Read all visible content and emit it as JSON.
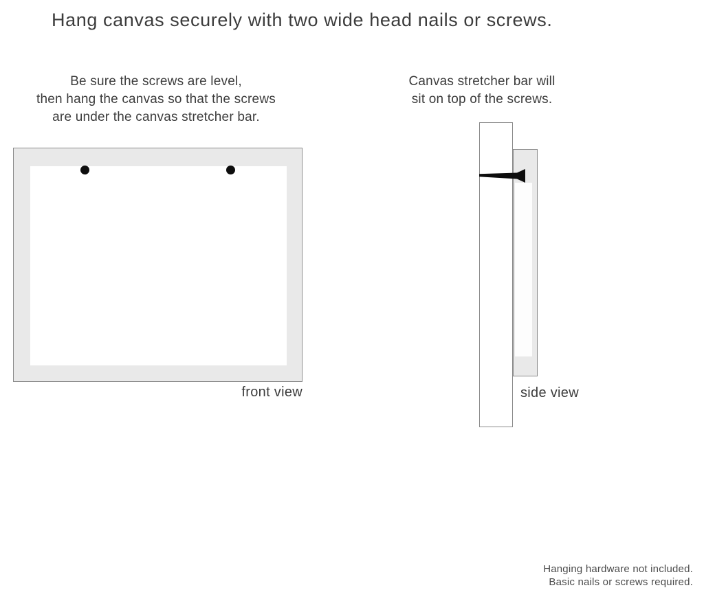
{
  "title": "Hang canvas securely with two wide head nails or screws.",
  "colors": {
    "canvas_fill": "#e9e9e9",
    "outline": "#8a8a8a",
    "text_color": "#3c3c3c",
    "nail": "#0d0d0d"
  },
  "instructions": {
    "front": {
      "lines": [
        "Be sure the screws are level,",
        "then hang the canvas so that the screws",
        "are under the canvas stretcher bar."
      ]
    },
    "side": {
      "lines": [
        "Canvas stretcher bar will",
        "sit on top of the screws."
      ]
    }
  },
  "diagrams": {
    "front_view": {
      "label": "front view",
      "screws": [
        "screw-left",
        "screw-right"
      ]
    },
    "side_view": {
      "label": "side view",
      "nail": "nail"
    }
  },
  "footer": {
    "lines": [
      "Hanging hardware not included.",
      "Basic nails or screws required."
    ]
  }
}
